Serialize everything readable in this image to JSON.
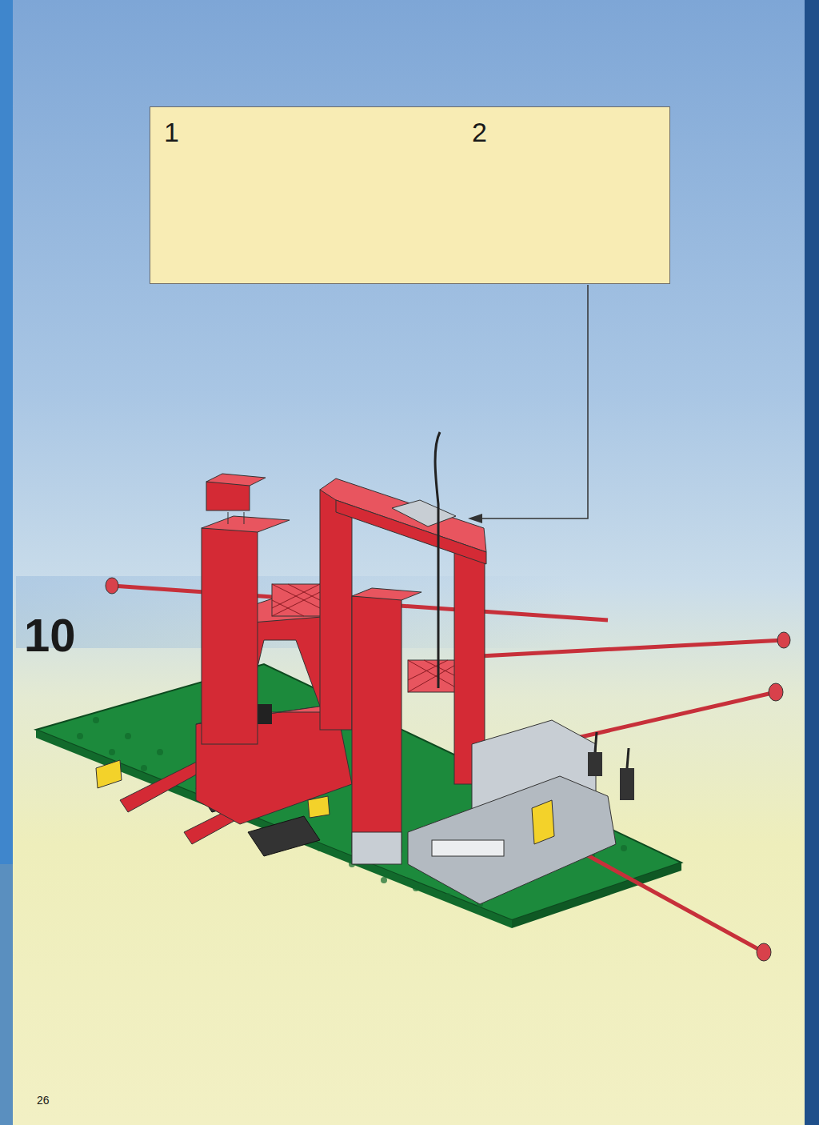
{
  "diagram": {
    "nodes": [
      {
        "text": [
          "1",
          "2"
        ]
      }
    ],
    "labels": [
      "10",
      "26"
    ]
  }
}
